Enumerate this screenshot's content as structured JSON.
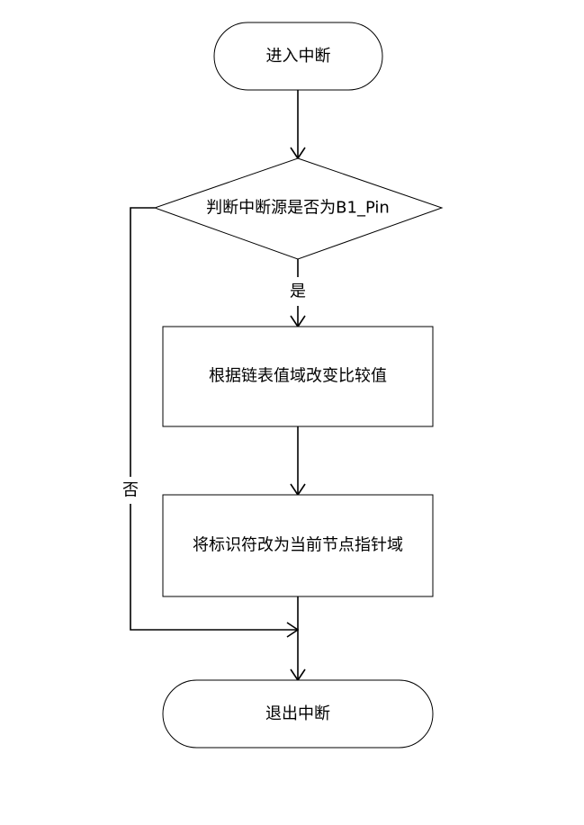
{
  "flowchart": {
    "start": "进入中断",
    "decision": "判断中断源是否为B1_Pin",
    "process1": "根据链表值域改变比较值",
    "process2": "将标识符改为当前节点指针域",
    "end": "退出中断",
    "yes_label": "是",
    "no_label": "否"
  }
}
